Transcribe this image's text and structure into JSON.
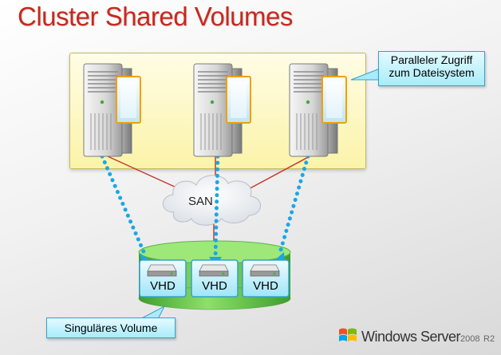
{
  "title": "Cluster Shared Volumes",
  "callouts": {
    "parallel_access_line1": "Paralleler Zugriff",
    "parallel_access_line2": "zum Dateisystem",
    "single_volume": "Singuläres Volume"
  },
  "san_label": "SAN",
  "vhds": [
    "VHD",
    "VHD",
    "VHD"
  ],
  "brand": {
    "name": "Windows Server",
    "year": "2008",
    "edition": "R2"
  },
  "colors": {
    "title": "#c9281d",
    "panel": "#fbf3a8",
    "callout": "#a8ecfa",
    "disk": "#58c23f",
    "dotted_link": "#1aa7e6",
    "san_link": "#c63a2a"
  }
}
